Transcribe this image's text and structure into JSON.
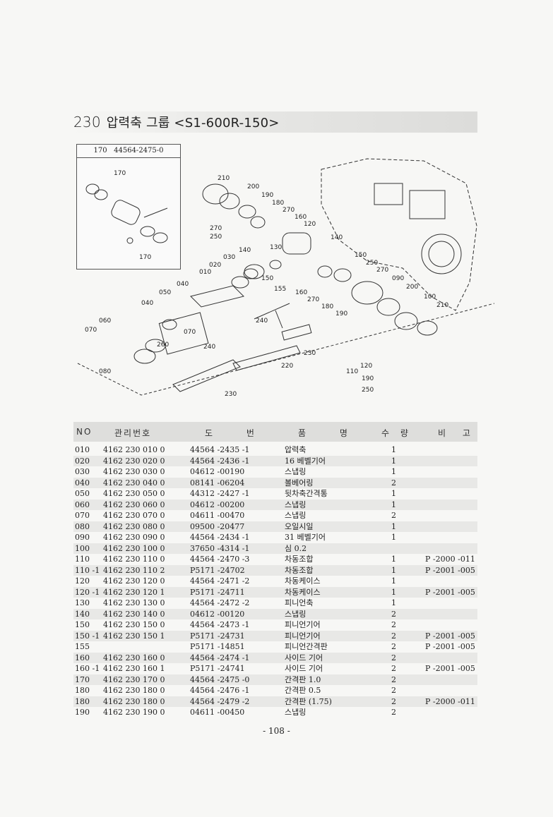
{
  "header": {
    "section_number": "230",
    "title": "압력축 그룹 <S1-600R-150>"
  },
  "inset": {
    "header_code": "170",
    "header_part": "44564-2475-0",
    "labels": [
      "170",
      "170"
    ]
  },
  "diagram_labels": [
    "210",
    "200",
    "190",
    "180",
    "270",
    "160",
    "120",
    "270",
    "250",
    "140",
    "130",
    "030",
    "020",
    "010",
    "150",
    "155",
    "160",
    "270",
    "180",
    "190",
    "140",
    "150",
    "250",
    "270",
    "090",
    "200",
    "100",
    "210",
    "040",
    "050",
    "040",
    "060",
    "070",
    "260",
    "070",
    "080",
    "240",
    "230",
    "240",
    "220",
    "230",
    "110",
    "120",
    "190",
    "250"
  ],
  "table": {
    "headers": {
      "no": "NO",
      "mgmt": "관리번호",
      "drawing": "도 번",
      "name": "품 명",
      "qty": "수 량",
      "remark": "비 고"
    },
    "rows": [
      {
        "no": "010",
        "mgmt": "4162 230 010 0",
        "drawing": "44564 -2435 -1",
        "name": "압력축",
        "qty": "1",
        "remark": ""
      },
      {
        "no": "020",
        "mgmt": "4162 230 020 0",
        "drawing": "44564 -2436 -1",
        "name": "16 베벨기어",
        "qty": "1",
        "remark": ""
      },
      {
        "no": "030",
        "mgmt": "4162 230 030 0",
        "drawing": "04612 -00190",
        "name": "스냅링",
        "qty": "1",
        "remark": ""
      },
      {
        "no": "040",
        "mgmt": "4162 230 040 0",
        "drawing": "08141 -06204",
        "name": "볼베어링",
        "qty": "2",
        "remark": ""
      },
      {
        "no": "050",
        "mgmt": "4162 230 050 0",
        "drawing": "44312 -2427 -1",
        "name": "뒷차축간격통",
        "qty": "1",
        "remark": ""
      },
      {
        "no": "060",
        "mgmt": "4162 230 060 0",
        "drawing": "04612 -00200",
        "name": "스냅링",
        "qty": "1",
        "remark": ""
      },
      {
        "no": "070",
        "mgmt": "4162 230 070 0",
        "drawing": "04611 -00470",
        "name": "스냅링",
        "qty": "2",
        "remark": ""
      },
      {
        "no": "080",
        "mgmt": "4162 230 080 0",
        "drawing": "09500 -20477",
        "name": "오일시일",
        "qty": "1",
        "remark": ""
      },
      {
        "no": "090",
        "mgmt": "4162 230 090 0",
        "drawing": "44564 -2434 -1",
        "name": "31 베벨기어",
        "qty": "1",
        "remark": ""
      },
      {
        "no": "100",
        "mgmt": "4162 230 100 0",
        "drawing": "37650 -4314 -1",
        "name": "심 0.2",
        "qty": "",
        "remark": ""
      },
      {
        "no": "110",
        "mgmt": "4162 230 110 0",
        "drawing": "44564 -2470 -3",
        "name": "차동조합",
        "qty": "1",
        "remark": "P -2000 -011"
      },
      {
        "no": "110 -1",
        "mgmt": "4162 230 110 2",
        "drawing": "P5171 -24702",
        "name": "차동조합",
        "qty": "1",
        "remark": "P -2001 -005"
      },
      {
        "no": "120",
        "mgmt": "4162 230 120 0",
        "drawing": "44564 -2471 -2",
        "name": "차동케이스",
        "qty": "1",
        "remark": ""
      },
      {
        "no": "120 -1",
        "mgmt": "4162 230 120 1",
        "drawing": "P5171 -24711",
        "name": "차동케이스",
        "qty": "1",
        "remark": "P -2001 -005"
      },
      {
        "no": "130",
        "mgmt": "4162 230 130 0",
        "drawing": "44564 -2472 -2",
        "name": "피니언축",
        "qty": "1",
        "remark": ""
      },
      {
        "no": "140",
        "mgmt": "4162 230 140 0",
        "drawing": "04612 -00120",
        "name": "스냅링",
        "qty": "2",
        "remark": ""
      },
      {
        "no": "150",
        "mgmt": "4162 230 150 0",
        "drawing": "44564 -2473 -1",
        "name": "피니언기어",
        "qty": "2",
        "remark": ""
      },
      {
        "no": "150 -1",
        "mgmt": "4162 230 150 1",
        "drawing": "P5171 -24731",
        "name": "피니언기어",
        "qty": "2",
        "remark": "P -2001 -005"
      },
      {
        "no": "155",
        "mgmt": "",
        "drawing": "P5171 -14851",
        "name": "피니언간격판",
        "qty": "2",
        "remark": "P -2001 -005"
      },
      {
        "no": "160",
        "mgmt": "4162 230 160 0",
        "drawing": "44564 -2474 -1",
        "name": "사이드 기어",
        "qty": "2",
        "remark": ""
      },
      {
        "no": "160 -1",
        "mgmt": "4162 230 160 1",
        "drawing": "P5171 -24741",
        "name": "사이드 기어",
        "qty": "2",
        "remark": "P -2001 -005"
      },
      {
        "no": "170",
        "mgmt": "4162 230 170 0",
        "drawing": "44564 -2475 -0",
        "name": "간격판 1.0",
        "qty": "2",
        "remark": ""
      },
      {
        "no": "180",
        "mgmt": "4162 230 180 0",
        "drawing": "44564 -2476 -1",
        "name": "간격판 0.5",
        "qty": "2",
        "remark": ""
      },
      {
        "no": "180",
        "mgmt": "4162 230 180 0",
        "drawing": "44564 -2479 -2",
        "name": "간격판 (1.75)",
        "qty": "2",
        "remark": "P -2000 -011"
      },
      {
        "no": "190",
        "mgmt": "4162 230 190 0",
        "drawing": "04611 -00450",
        "name": "스냅링",
        "qty": "2",
        "remark": ""
      }
    ]
  },
  "footer": {
    "page": "- 108 -"
  }
}
